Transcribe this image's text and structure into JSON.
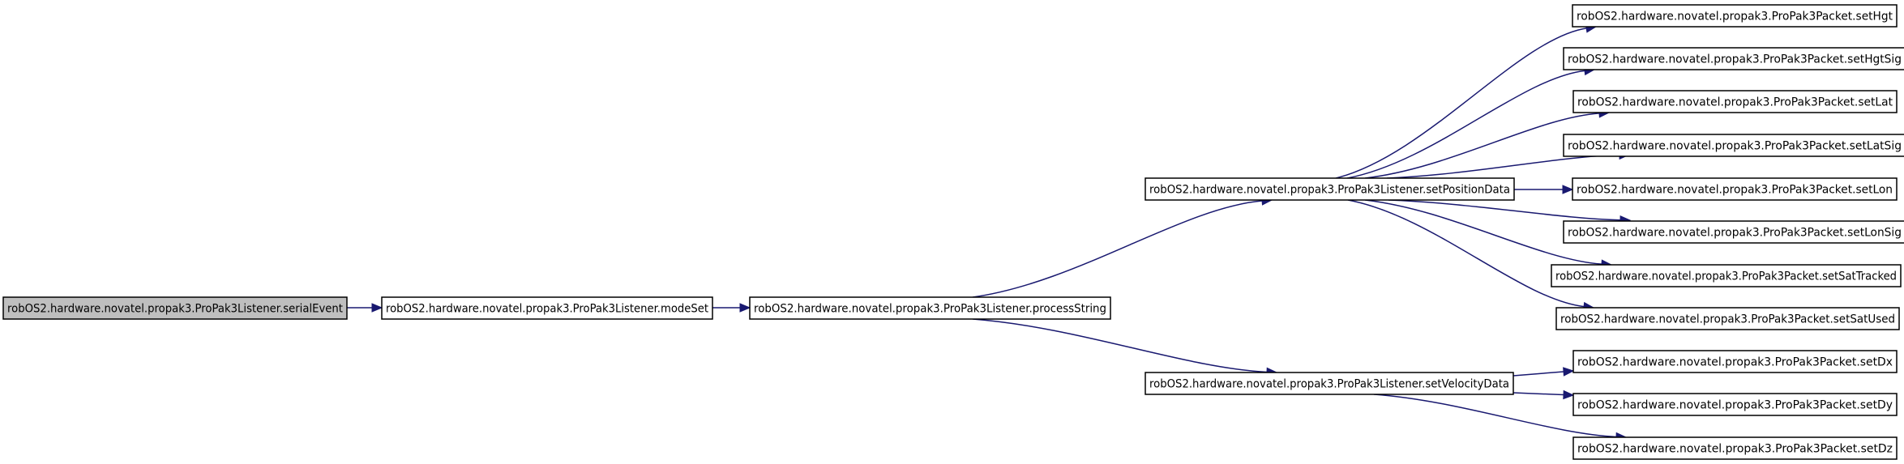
{
  "graph": {
    "edge_color": "#191970",
    "root_fill": "#bfbfbf",
    "node_fill": "#ffffff",
    "nodes": [
      {
        "id": "serialEvent",
        "label": "robOS2.hardware.novatel.propak3.ProPak3Listener.serialEvent",
        "highlighted": true
      },
      {
        "id": "modeSet",
        "label": "robOS2.hardware.novatel.propak3.ProPak3Listener.modeSet"
      },
      {
        "id": "processString",
        "label": "robOS2.hardware.novatel.propak3.ProPak3Listener.processString"
      },
      {
        "id": "setPositionData",
        "label": "robOS2.hardware.novatel.propak3.ProPak3Listener.setPositionData"
      },
      {
        "id": "setVelocityData",
        "label": "robOS2.hardware.novatel.propak3.ProPak3Listener.setVelocityData"
      },
      {
        "id": "setHgt",
        "label": "robOS2.hardware.novatel.propak3.ProPak3Packet.setHgt"
      },
      {
        "id": "setHgtSig",
        "label": "robOS2.hardware.novatel.propak3.ProPak3Packet.setHgtSig"
      },
      {
        "id": "setLat",
        "label": "robOS2.hardware.novatel.propak3.ProPak3Packet.setLat"
      },
      {
        "id": "setLatSig",
        "label": "robOS2.hardware.novatel.propak3.ProPak3Packet.setLatSig"
      },
      {
        "id": "setLon",
        "label": "robOS2.hardware.novatel.propak3.ProPak3Packet.setLon"
      },
      {
        "id": "setLonSig",
        "label": "robOS2.hardware.novatel.propak3.ProPak3Packet.setLonSig"
      },
      {
        "id": "setSatTracked",
        "label": "robOS2.hardware.novatel.propak3.ProPak3Packet.setSatTracked"
      },
      {
        "id": "setSatUsed",
        "label": "robOS2.hardware.novatel.propak3.ProPak3Packet.setSatUsed"
      },
      {
        "id": "setDx",
        "label": "robOS2.hardware.novatel.propak3.ProPak3Packet.setDx"
      },
      {
        "id": "setDy",
        "label": "robOS2.hardware.novatel.propak3.ProPak3Packet.setDy"
      },
      {
        "id": "setDz",
        "label": "robOS2.hardware.novatel.propak3.ProPak3Packet.setDz"
      }
    ],
    "edges": [
      {
        "from": "serialEvent",
        "to": "modeSet"
      },
      {
        "from": "modeSet",
        "to": "processString"
      },
      {
        "from": "processString",
        "to": "setPositionData"
      },
      {
        "from": "processString",
        "to": "setVelocityData"
      },
      {
        "from": "setPositionData",
        "to": "setHgt"
      },
      {
        "from": "setPositionData",
        "to": "setHgtSig"
      },
      {
        "from": "setPositionData",
        "to": "setLat"
      },
      {
        "from": "setPositionData",
        "to": "setLatSig"
      },
      {
        "from": "setPositionData",
        "to": "setLon"
      },
      {
        "from": "setPositionData",
        "to": "setLonSig"
      },
      {
        "from": "setPositionData",
        "to": "setSatTracked"
      },
      {
        "from": "setPositionData",
        "to": "setSatUsed"
      },
      {
        "from": "setVelocityData",
        "to": "setDx"
      },
      {
        "from": "setVelocityData",
        "to": "setDy"
      },
      {
        "from": "setVelocityData",
        "to": "setDz"
      }
    ]
  }
}
